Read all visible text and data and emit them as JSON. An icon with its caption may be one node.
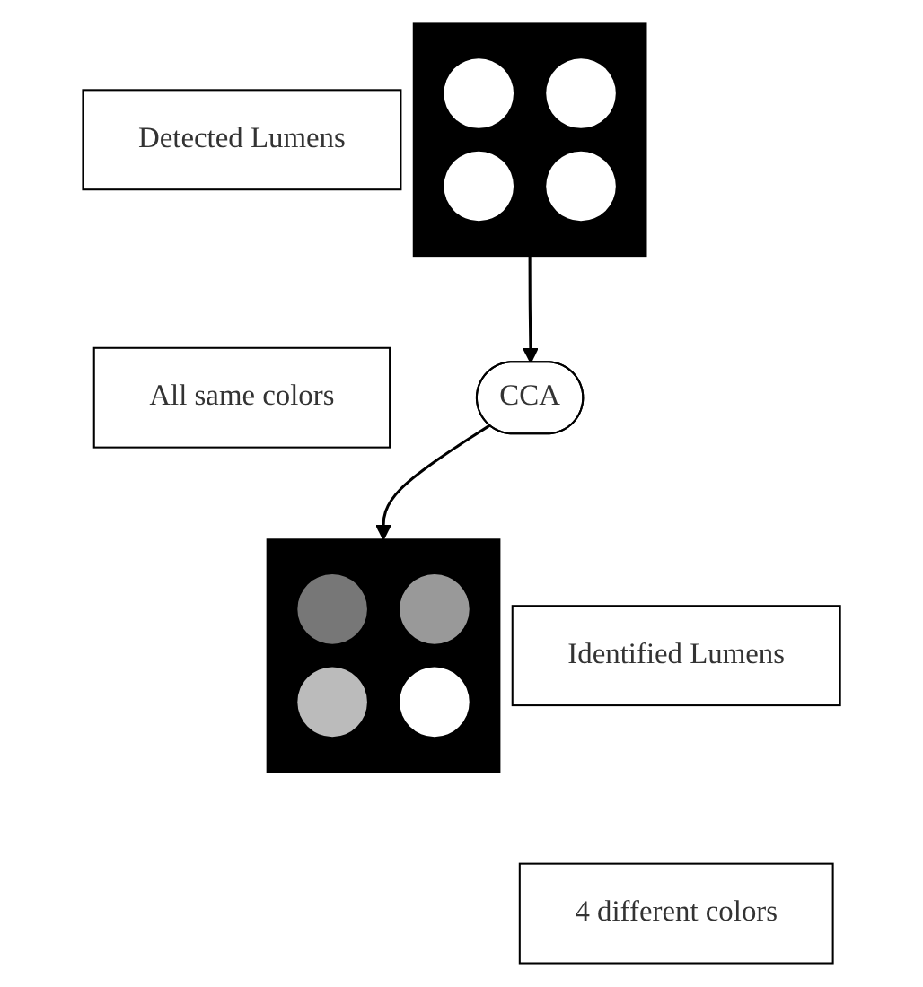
{
  "diagram": {
    "nodes": [
      {
        "text": [],
        "shape": "picture"
      },
      {
        "text": [
          "Detected Lumens"
        ]
      },
      {
        "text": [
          "All same colors"
        ]
      },
      {
        "text": [
          "CCA"
        ]
      },
      {
        "text": [],
        "shape": "picture"
      },
      {
        "text": [
          "Identified Lumens"
        ]
      },
      {
        "text": [
          "4 different colors"
        ]
      }
    ],
    "edges": [
      {
        "from": 0,
        "to": 3,
        "arrow": "to"
      },
      {
        "from": 3,
        "to": 4,
        "arrow": "to"
      }
    ]
  }
}
